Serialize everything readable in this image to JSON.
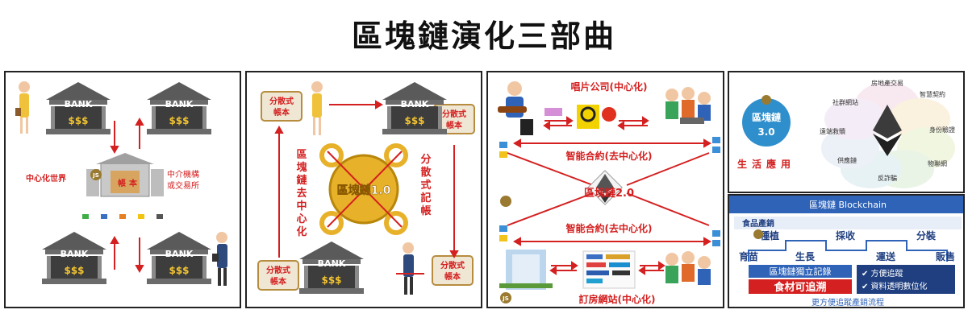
{
  "title": "區塊鏈演化三部曲",
  "colors": {
    "accent_red": "#d42020",
    "bank_gray": "#5a5a5a",
    "coin_gold": "#e8b12a",
    "blue_bar": "#2f63b8"
  },
  "panel1": {
    "bank_label": "BANK",
    "bank_amount": "$$$",
    "center_left_label": "中心化世界",
    "center_right_label": "中介機構\n或交易所",
    "ledger_label": "帳",
    "ledger_label2": "本",
    "logo_text": "JS"
  },
  "panel2": {
    "ledger_tl": "分散式\n帳本",
    "ledger_tr": "分散式\n帳本",
    "ledger_bl": "分散式\n帳本",
    "ledger_br": "分散式\n帳本",
    "bank_label": "BANK",
    "bank_amount": "$$$",
    "vertical_left": "區塊鏈去中心化",
    "vertical_right": "分散式記帳",
    "coin_label": "區塊鏈1.0"
  },
  "panel3": {
    "top_label": "唱片公司(中心化)",
    "contract_top": "智能合約(去中心化)",
    "center_label": "區塊鏈2.0",
    "contract_bottom": "智能合約(去中心化)",
    "bottom_label": "訂房網站(中心化)",
    "logo_text": "JS"
  },
  "panel4a": {
    "badge_line1": "區塊鏈",
    "badge_line2": "3.0",
    "caption": "生活應用",
    "spokes": [
      "房地產交易",
      "智慧契約",
      "身份驗證",
      "物聯網",
      "反詐騙",
      "供應鏈",
      "遠端救贖",
      "社群網站"
    ]
  },
  "panel4b": {
    "header": "區塊鏈 Blockchain",
    "subheader": "食品產銷",
    "steps_top": [
      "種植",
      "採收",
      "分裝"
    ],
    "steps_bottom": [
      "育苗",
      "生長",
      "運送",
      "販售"
    ],
    "record_label": "區塊鏈獨立記錄",
    "trace_label": "食材可追溯",
    "check1": "✔ 方便追蹤",
    "check2": "✔ 資料透明數位化",
    "footer": "更方便追蹤產銷流程"
  }
}
